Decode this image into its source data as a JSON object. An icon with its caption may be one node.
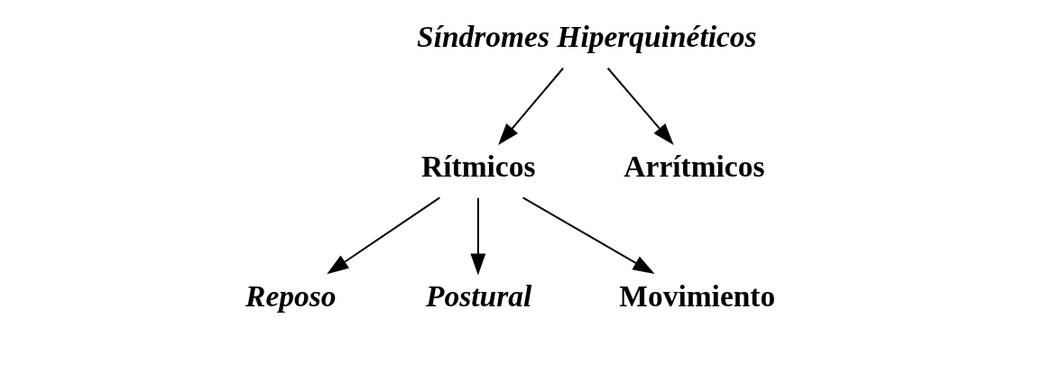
{
  "diagram": {
    "nodes": [
      {
        "text": [
          "Síndromes Hiperquinéticos"
        ]
      },
      {
        "text": [
          "Rítmicos"
        ]
      },
      {
        "text": [
          "Arrítmicos"
        ]
      },
      {
        "text": [
          "Reposo"
        ]
      },
      {
        "text": [
          "Postural"
        ]
      },
      {
        "text": [
          "Movimiento"
        ]
      }
    ],
    "edges": [
      {
        "from": 0,
        "to": 1,
        "arrow": "to"
      },
      {
        "from": 0,
        "to": 2,
        "arrow": "to"
      },
      {
        "from": 1,
        "to": 3,
        "arrow": "to"
      },
      {
        "from": 1,
        "to": 4,
        "arrow": "to"
      },
      {
        "from": 1,
        "to": 5,
        "arrow": "to"
      }
    ]
  }
}
